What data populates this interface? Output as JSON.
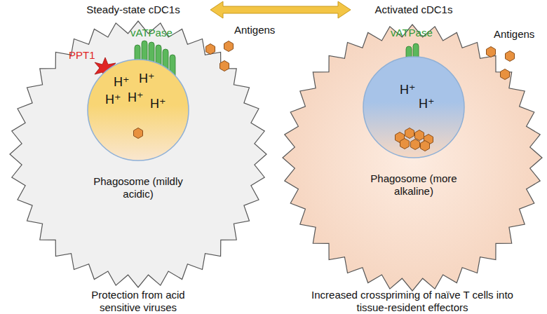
{
  "diagram": {
    "nodes": [
      {
        "text": [
          "H⁺",
          "H⁺",
          "H⁺",
          "H⁺",
          "H⁺",
          "Phagosome (mildly acidic)"
        ]
      },
      {
        "text": [
          "H⁺",
          "H⁺",
          "Phagosome (more alkaline)"
        ]
      }
    ],
    "labels": [
      "Steady-state cDC1s",
      "Activated cDC1s",
      "Antigens",
      "vATPase",
      "PPT1",
      "Antigens",
      "vATPase",
      "Protection from acid sensitive viruses",
      "Increased crosspriming of naïve T cells into tissue-resident effectors"
    ]
  }
}
